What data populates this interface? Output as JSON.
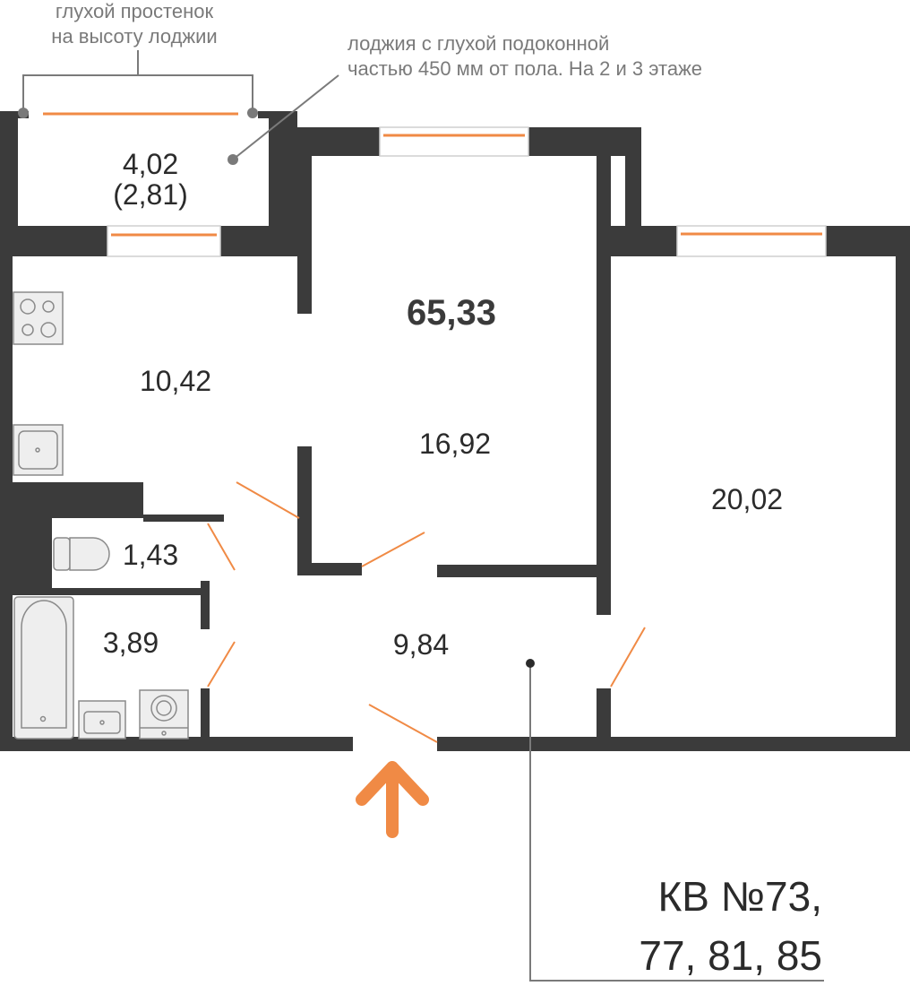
{
  "notes": {
    "wall_line1": "глухой простенок",
    "wall_line2": "на высоту лоджии",
    "loggia_line1": "лоджия с глухой подоконной",
    "loggia_line2": "частью 450 мм от пола. На 2 и 3 этаже"
  },
  "areas": {
    "loggia": "4,02",
    "loggia_reduced": "(2,81)",
    "kitchen": "10,42",
    "room_middle": "16,92",
    "room_right": "20,02",
    "toilet": "1,43",
    "bathroom": "3,89",
    "hall": "9,84"
  },
  "total_area": "65,33",
  "apartment": {
    "line1": "КВ №73,",
    "line2": "77, 81, 85"
  },
  "colors": {
    "wall": "#3b3b3b",
    "accent": "#f08a45",
    "leader": "#7a7a7a"
  },
  "icons": {
    "entrance": "arrow-up-icon",
    "stove": "stove-icon",
    "sink": "sink-icon",
    "toilet": "toilet-icon",
    "bathtub": "bathtub-icon",
    "washbasin": "washbasin-icon",
    "washer": "washing-machine-icon"
  }
}
